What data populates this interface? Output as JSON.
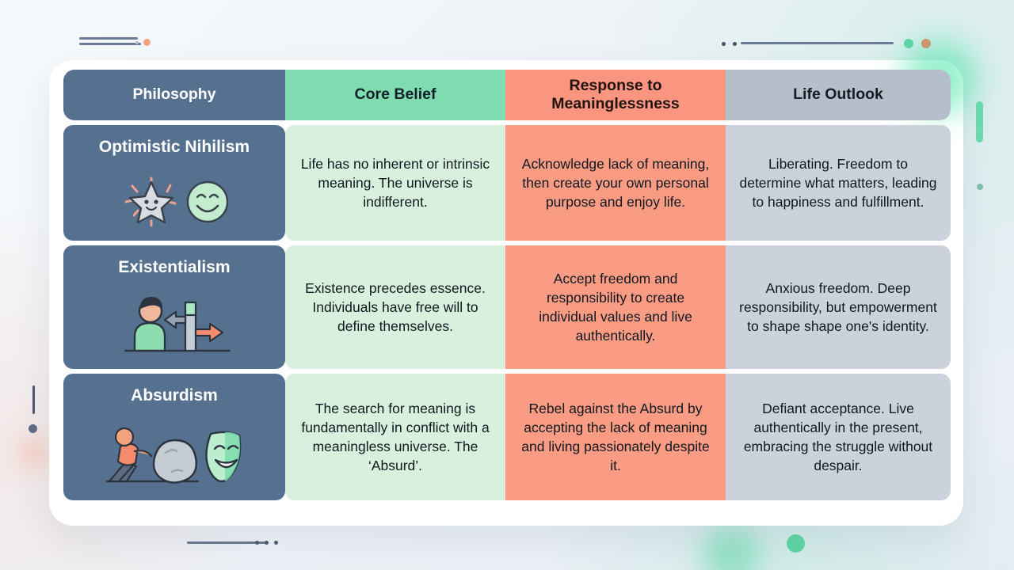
{
  "table": {
    "columns": [
      {
        "label": "Philosophy",
        "bg": "#56708F",
        "fg": "#FFFFFF"
      },
      {
        "label": "Core Belief",
        "bg": "#7EDCB0",
        "fg": "#15202B"
      },
      {
        "label": "Response to Meaninglessness",
        "bg": "#FA9580",
        "fg": "#20130F"
      },
      {
        "label": "Life Outlook",
        "bg": "#B4BFC9",
        "fg": "#141D26"
      }
    ],
    "rows": [
      {
        "philosophy": "Optimistic Nihilism",
        "icons": [
          "sparkling-star-smiley-icon",
          "smiling-face-icon"
        ],
        "core_belief": "Life has no inherent or intrinsic meaning. The universe is indifferent.",
        "response": "Acknowledge lack of meaning, then create your own personal purpose and enjoy life.",
        "life_outlook": "Liberating. Freedom to determine what matters, leading to happiness and fulfillment."
      },
      {
        "philosophy": "Existentialism",
        "icons": [
          "person-at-signpost-icon",
          "direction-arrows-icon"
        ],
        "core_belief": "Existence precedes essence. Individuals have free will to define themselves.",
        "response": "Accept freedom and responsibility to create individual values and live authentically.",
        "life_outlook": "Anxious freedom. Deep responsibility, but empowerment to shape shape one's identity."
      },
      {
        "philosophy": "Absurdism",
        "icons": [
          "person-pushing-boulder-icon",
          "theater-comedy-mask-icon"
        ],
        "core_belief": "The search for meaning is fundamentally in conflict with a meaningless universe. The ‘Absurd’.",
        "response": "Rebel against the Absurd by accepting the lack of meaning and living passionately despite it.",
        "life_outlook": "Defiant acceptance. Live authentically in the present, embracing the struggle without despair."
      }
    ]
  },
  "colors": {
    "card_background": "#FFFFFF",
    "page_background": "#F2F5F9",
    "philosophy_cell": "#56708F",
    "core_belief_cell": "#D8F0DE",
    "response_cell": "#FA9C83",
    "life_outlook_cell": "#CCD2DB",
    "accent_green": "#63D3A6",
    "accent_orange": "#F2805C",
    "accent_slate": "#4B5A70"
  },
  "decorations": [
    {
      "name": "top-left-line-1",
      "type": "line"
    },
    {
      "name": "top-left-line-2",
      "type": "line"
    },
    {
      "name": "top-left-gray-dot",
      "type": "dot"
    },
    {
      "name": "top-left-orange-dot",
      "type": "dot"
    },
    {
      "name": "top-right-dot-1",
      "type": "dot"
    },
    {
      "name": "top-right-dot-2",
      "type": "dot"
    },
    {
      "name": "top-right-line",
      "type": "line"
    },
    {
      "name": "top-right-green-dot",
      "type": "dot"
    },
    {
      "name": "top-right-orange-dot",
      "type": "dot"
    },
    {
      "name": "right-green-pill",
      "type": "pill"
    },
    {
      "name": "right-teal-dot",
      "type": "dot"
    },
    {
      "name": "left-vertical-line",
      "type": "line"
    },
    {
      "name": "left-slate-dot",
      "type": "dot"
    },
    {
      "name": "left-orange-glow",
      "type": "glow"
    },
    {
      "name": "bottom-left-line",
      "type": "line"
    },
    {
      "name": "bottom-left-dot-1",
      "type": "dot"
    },
    {
      "name": "bottom-left-dot-2",
      "type": "dot"
    },
    {
      "name": "bottom-left-dot-3",
      "type": "dot"
    },
    {
      "name": "bottom-right-green-glow",
      "type": "glow"
    },
    {
      "name": "bottom-right-green-dot",
      "type": "dot"
    },
    {
      "name": "card-corner-green-glow",
      "type": "glow"
    }
  ]
}
